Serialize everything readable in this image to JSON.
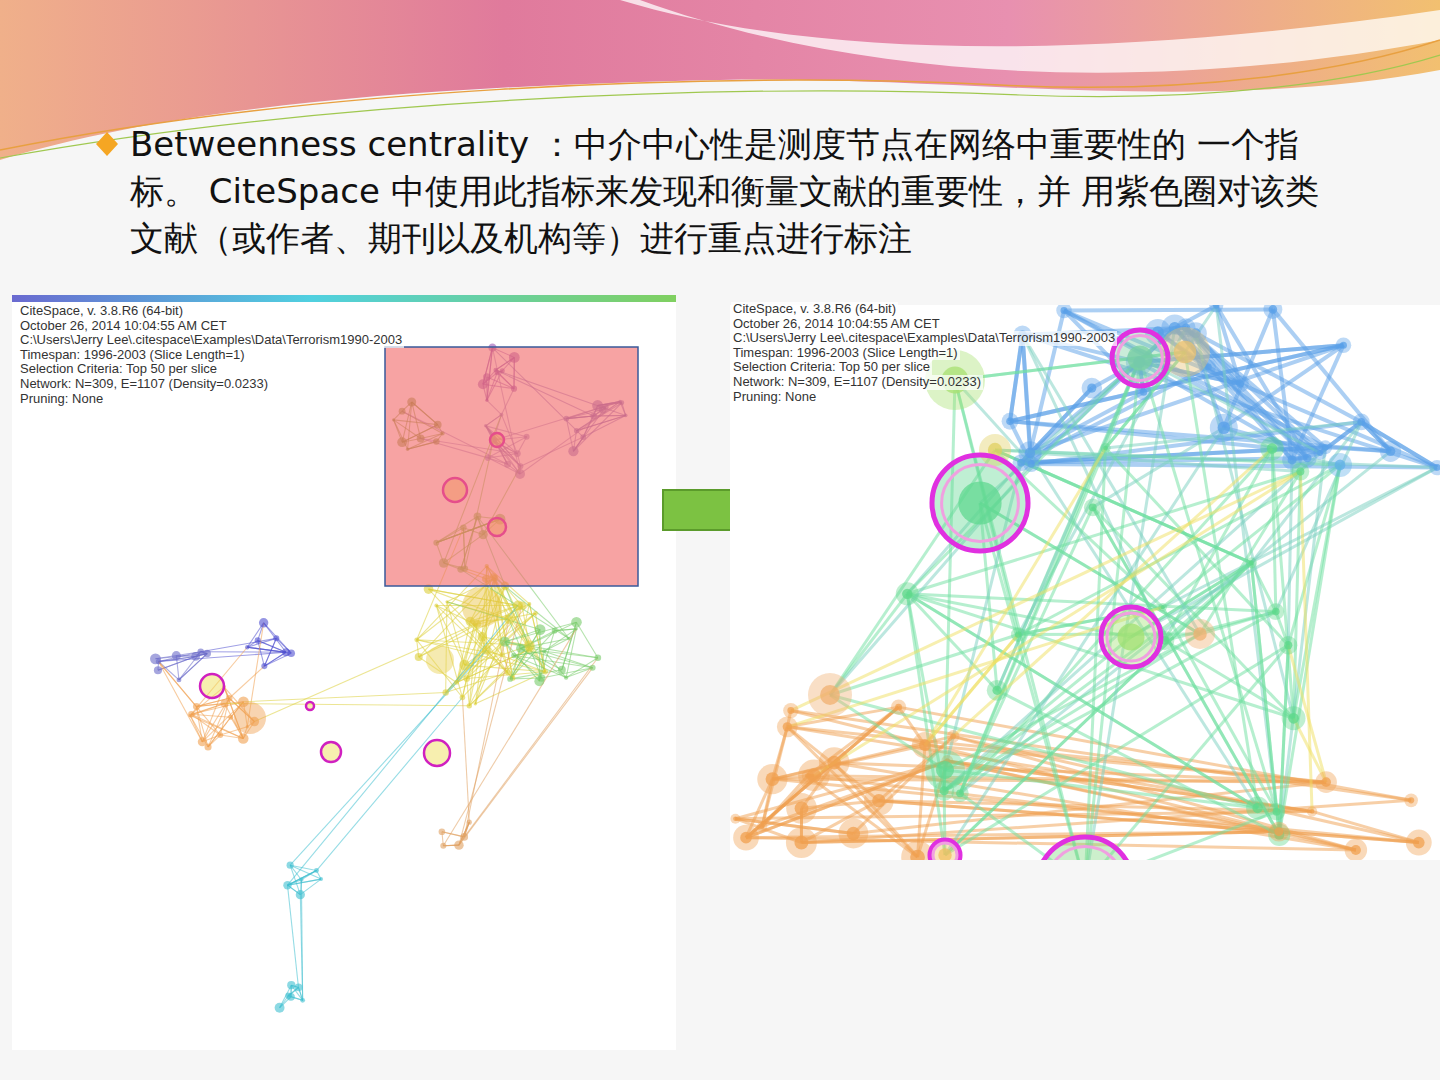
{
  "diagram": {
    "title": "Betweenness centrality ：中介中心性是测度节点在网络中重要性的 一个指标。 CiteSpace 中使用此指标来发现和衡量文献的重要性，并 用紫色圈对该类文献（或作者、期刊以及机构等）进行重点进行标注",
    "labels": [
      "CiteSpace, v. 3.8.R6 (64-bit)",
      "October 26, 2014 10:04:55 AM CET",
      "C:\\Users\\Jerry Lee\\.citespace\\Examples\\Data\\Terrorism1990-2003",
      "Timespan: 1996-2003 (Slice Length=1)",
      "Selection Criteria: Top 50 per slice",
      "Network: N=309, E=1107 (Density=0.0233)",
      "Pruning: None",
      "CiteSpace, v. 3.8.R6 (64-bit)",
      "October 26, 2014 10:04:55 AM CET",
      "C:\\Users\\Jerry Lee\\.citespace\\Examples\\Data\\Terrorism1990-2003",
      "Timespan: 1996-2003 (Slice Length=1)",
      "Selection Criteria: Top 50 per slice",
      "Network: N=309, E=1107 (Density=0.0233)",
      "Pruning: None"
    ]
  }
}
